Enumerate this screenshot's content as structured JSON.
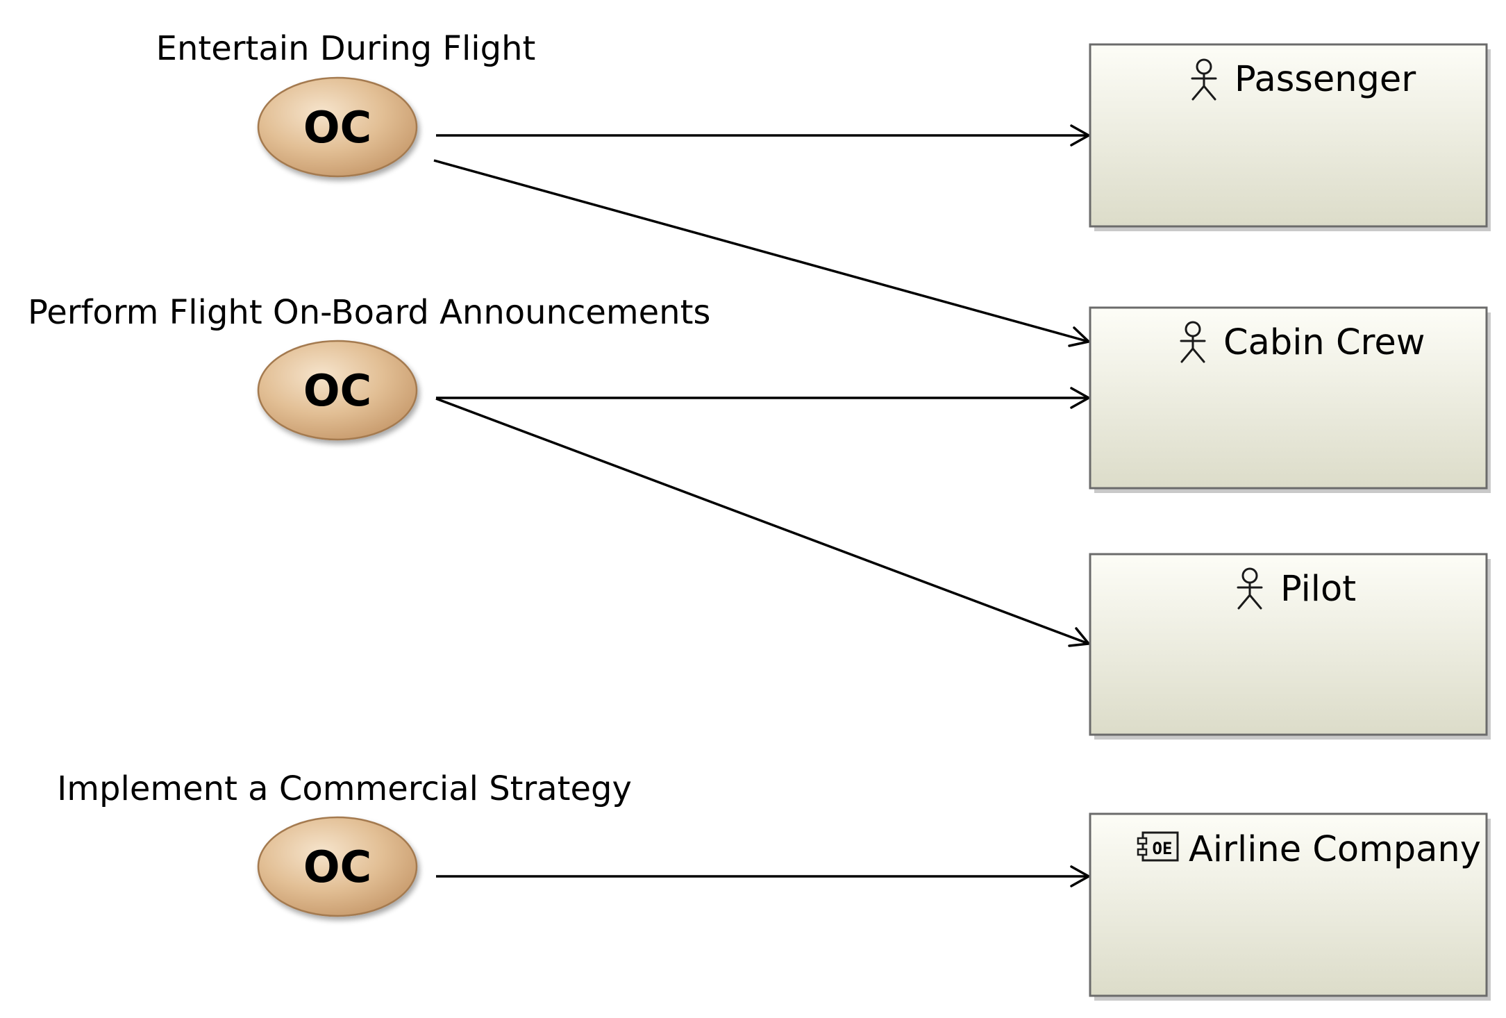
{
  "colors": {
    "capability_fill_light": "#f6e4cc",
    "capability_fill_dark": "#c79a6c",
    "capability_stroke": "#a47a50",
    "box_fill_top": "#fdfdf7",
    "box_fill_bottom": "#dcdcc9",
    "box_stroke": "#6b6b6b",
    "box_shadow": "#c9c9c9",
    "edge": "#000000"
  },
  "capabilities": [
    {
      "id": "cap1",
      "label": "Entertain During Flight",
      "icon": "oc-capability-icon",
      "icon_text": "OC"
    },
    {
      "id": "cap2",
      "label": "Perform Flight On-Board Announcements",
      "icon": "oc-capability-icon",
      "icon_text": "OC"
    },
    {
      "id": "cap3",
      "label": "Implement a Commercial Strategy",
      "icon": "oc-capability-icon",
      "icon_text": "OC"
    }
  ],
  "actors": [
    {
      "id": "passenger",
      "label": "Passenger",
      "icon": "actor-icon"
    },
    {
      "id": "cabin-crew",
      "label": "Cabin Crew",
      "icon": "actor-icon"
    },
    {
      "id": "pilot",
      "label": "Pilot",
      "icon": "actor-icon"
    },
    {
      "id": "airline-company",
      "label": "Airline Company",
      "icon": "operational-entity-icon",
      "icon_text": "OE"
    }
  ],
  "edges": [
    {
      "from": "cap1",
      "to": "passenger"
    },
    {
      "from": "cap1",
      "to": "cabin-crew"
    },
    {
      "from": "cap2",
      "to": "cabin-crew"
    },
    {
      "from": "cap2",
      "to": "pilot"
    },
    {
      "from": "cap3",
      "to": "airline-company"
    }
  ]
}
